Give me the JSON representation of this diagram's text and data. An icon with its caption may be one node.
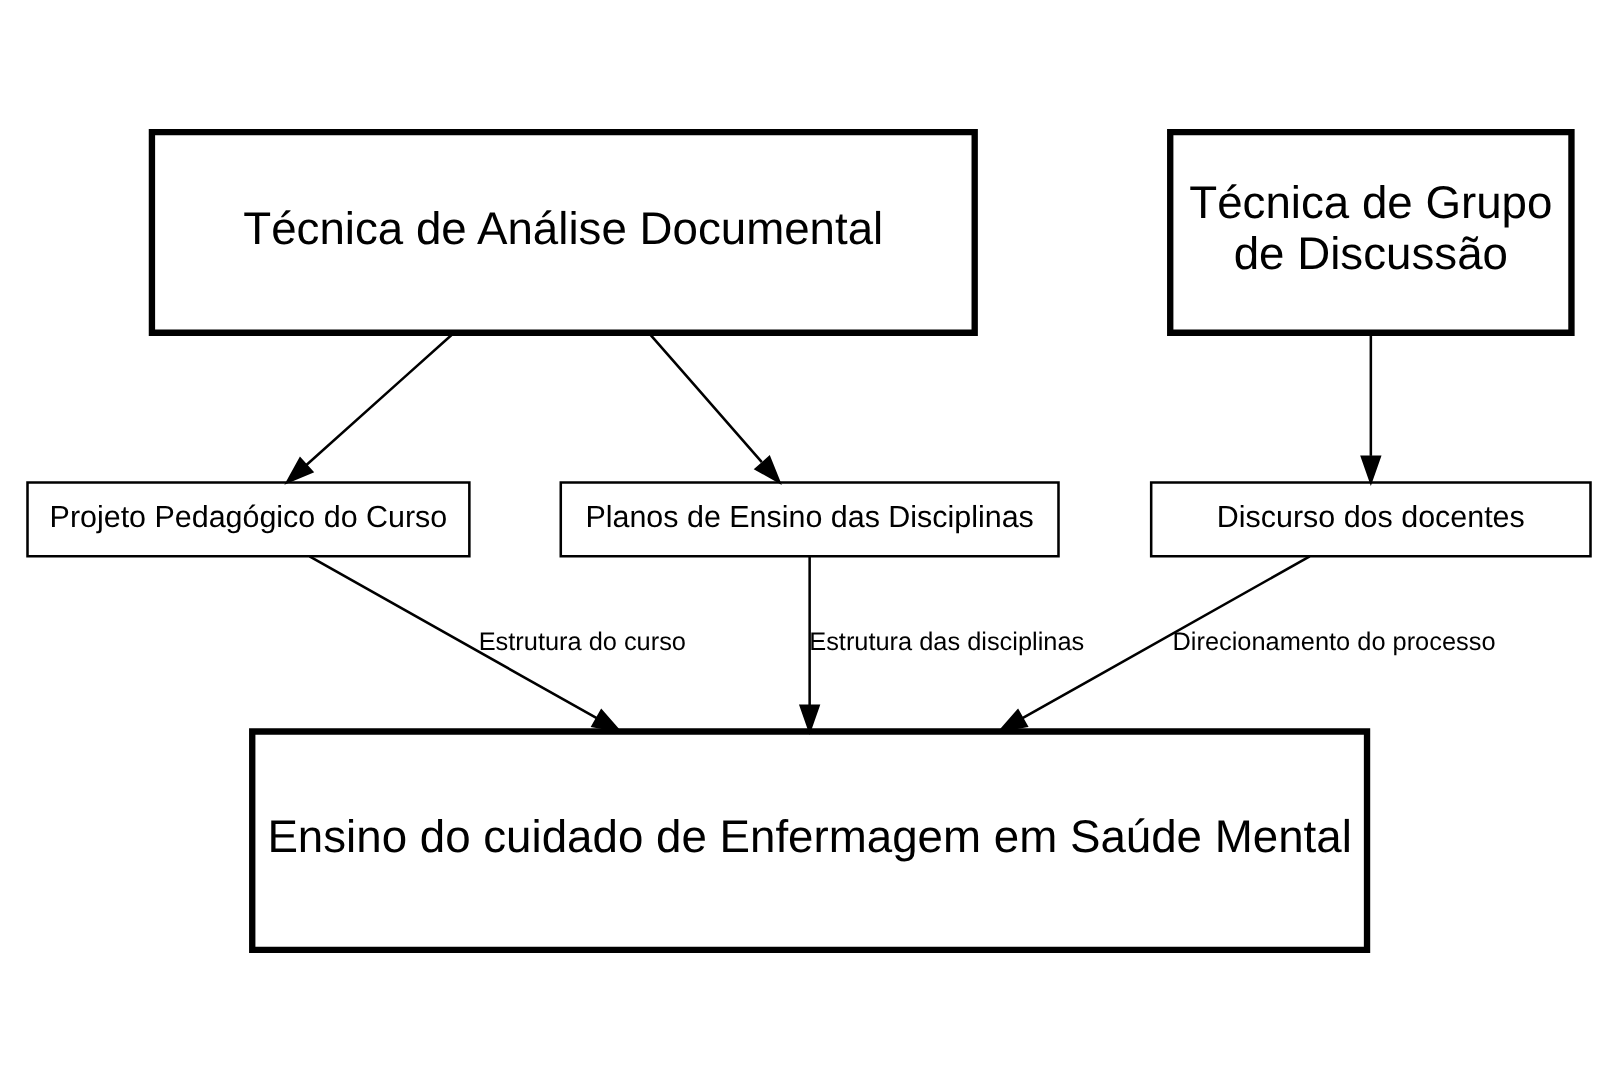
{
  "diagram": {
    "nodes": [
      {
        "text": [
          "Técnica de Análise Documental"
        ]
      },
      {
        "text": [
          "Técnica de Grupo de Discussão"
        ]
      },
      {
        "text": [
          "Projeto Pedagógico do Curso"
        ]
      },
      {
        "text": [
          "Planos de Ensino das Disciplinas"
        ]
      },
      {
        "text": [
          "Discurso dos docentes"
        ]
      },
      {
        "text": [
          "Ensino do cuidado de Enfermagem em Saúde Mental"
        ]
      }
    ],
    "edges": [
      {
        "from": 0,
        "to": 2,
        "arrow": "to"
      },
      {
        "from": 0,
        "to": 3,
        "arrow": "to"
      },
      {
        "from": 1,
        "to": 4,
        "arrow": "to"
      },
      {
        "from": 2,
        "to": 5,
        "arrow": "to",
        "label": "Estrutura do curso"
      },
      {
        "from": 3,
        "to": 5,
        "arrow": "to",
        "label": "Estrutura das disciplinas"
      },
      {
        "from": 4,
        "to": 5,
        "arrow": "to",
        "label": "Direcionamento do processo"
      }
    ]
  }
}
